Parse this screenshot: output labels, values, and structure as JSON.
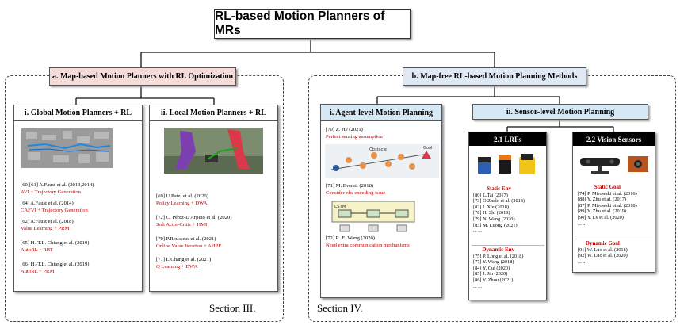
{
  "title": "RL-based Motion Planners of MRs",
  "left": {
    "header": "a. Map-based Motion Planners with RL Optimization",
    "section_label": "Section III.",
    "global": {
      "header": "i. Global Motion Planners + RL",
      "entries": [
        {
          "ref": "[60][61] A.Faust et al. (2013,2014)",
          "method": "AVI + Trajectory Generation"
        },
        {
          "ref": "[64] A.Faust et al. (2014)",
          "method": "CAFVI + Trajectory Generation"
        },
        {
          "ref": "[62] A.Faust et al. (2018)",
          "method": "Value Learning + PRM"
        },
        {
          "ref": "[65] H.-T.L. Chiang et al. (2019)",
          "method": "AutoRL + RRT"
        },
        {
          "ref": "[66] H.-T.L. Chiang et al. (2019)",
          "method": "AutoRL + PRM"
        }
      ]
    },
    "local": {
      "header": "ii. Local Motion Planners + RL",
      "entries": [
        {
          "ref": "[69] U.Patel et al. (2020)",
          "method": "Policy Learning + DWA"
        },
        {
          "ref": "[72] C. Pérez-D'Arpino et al. (2020)",
          "method": "Soft Actor-Critic + HMI"
        },
        {
          "ref": "[70] P.Rousseas et al. (2021)",
          "method": "Online Value Iteration + AHPF"
        },
        {
          "ref": "[71] L.Chang et al. (2021)",
          "method": "Q Learning + DWA"
        }
      ]
    }
  },
  "right": {
    "header": "b. Map-free RL-based Motion Planning Methods",
    "section_label": "Section IV.",
    "agent": {
      "header": "i. Agent-level Motion Planning",
      "entries": [
        {
          "ref": "[70] Z. He (2021)",
          "method": "Perfect sensing assumption"
        },
        {
          "ref": "[71] M. Everett (2018)",
          "method": "Consider obs encoding issue"
        },
        {
          "ref": "[72] R. E. Wang (2020)",
          "method": "Need extra communication  mechanisms"
        }
      ],
      "fig_labels": {
        "goal": "Goal",
        "obstacle": "Obstacle",
        "lstm": "LSTM"
      }
    },
    "sensor": {
      "header": "ii.  Sensor-level Motion Planning",
      "lrf": {
        "header": "2.1 LRFs",
        "static_title": "Static Env",
        "static": [
          "[80] L.Tai (2017)",
          "[73] O.Zhelo et al. (2018)",
          "[82] L.Xie (2018)",
          "[78] H. Shi (2019)",
          "[79] N. Wang (2020)",
          "[83] M. Luong (2021)",
          "... ..."
        ],
        "dynamic_title": "Dynamic Env",
        "dynamic": [
          "[75] P. Long et al. (2018)",
          "[77] Y. Wang (2018)",
          "[84] Y. Cui (2020)",
          "[85] J. Jin (2020)",
          "[86] Y. Zhou (2021)",
          "... ..."
        ]
      },
      "vision": {
        "header": "2.2 Vision Sensors",
        "static_title": "Static Goal",
        "static": [
          "[74] P. Mirowski et al. (2016)",
          "[88] Y. Zhu et al. (2017)",
          "[87] P. Mirowski et al. (2018)",
          "[89] Y. Zhu et al. (2019)",
          "[90] Y. Lv et al. (2020)",
          "... ..."
        ],
        "dynamic_title": "Dynamic Goal",
        "dynamic": [
          "[91] W. Luo et al. (2018)",
          "[92] W. Luo et al. (2020)",
          "... ..."
        ]
      }
    }
  }
}
